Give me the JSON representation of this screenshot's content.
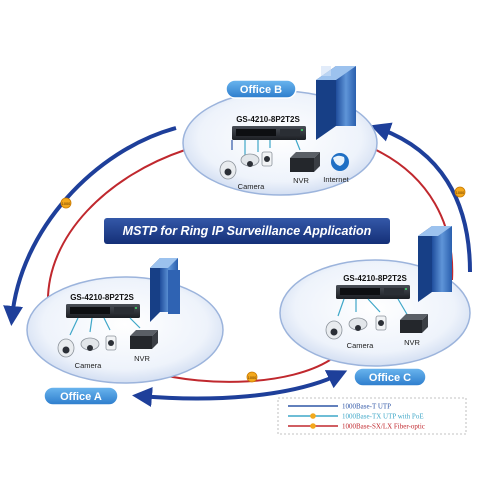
{
  "title": "MSTP for Ring IP Surveillance Application",
  "offices": [
    {
      "name": "Office B",
      "switch_model": "GS-4210-8P2T2S",
      "devices": [
        "Camera",
        "NVR",
        "Internet"
      ]
    },
    {
      "name": "Office A",
      "switch_model": "GS-4210-8P2T2S",
      "devices": [
        "Camera",
        "NVR"
      ]
    },
    {
      "name": "Office C",
      "switch_model": "GS-4210-8P2T2S",
      "devices": [
        "Camera",
        "NVR"
      ]
    }
  ],
  "link_badge": "1000",
  "legend": [
    {
      "label": "1000Base-T UTP",
      "color": "#2f56a6"
    },
    {
      "label": "1000Base-TX UTP with PoE",
      "color": "#3fa7c8"
    },
    {
      "label": "1000Base-SX/LX Fiber-optic",
      "color": "#c0282e"
    }
  ],
  "colors": {
    "title_bar": "#1c3f8f",
    "office_tag": "#3b8fd4",
    "ring_arrow": "#1e3f9a",
    "fiber": "#c0282e",
    "poe": "#3fa7c8",
    "utp": "#2f56a6"
  }
}
